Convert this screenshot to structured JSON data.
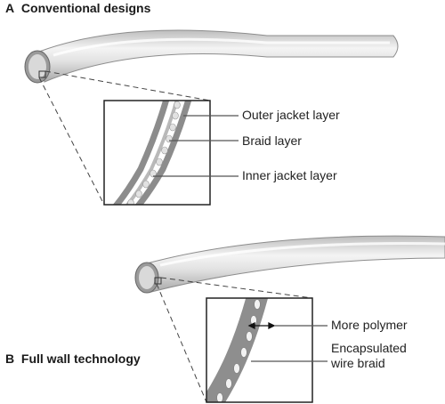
{
  "sections": {
    "a": {
      "letter": "A",
      "title": "Conventional designs"
    },
    "b": {
      "letter": "B",
      "title": "Full wall technology"
    }
  },
  "labels": {
    "outer_jacket": "Outer jacket layer",
    "braid": "Braid layer",
    "inner_jacket": "Inner jacket layer",
    "more_polymer": "More polymer",
    "encapsulated_line1": "Encapsulated",
    "encapsulated_line2": "wire braid"
  },
  "colors": {
    "tube_body": "#d8d8d8",
    "tube_highlight": "#f7f7f7",
    "jacket_dark": "#8a8a8a",
    "braid_dot": "#d0d0d0",
    "leader_line": "#555555",
    "text": "#222222"
  }
}
